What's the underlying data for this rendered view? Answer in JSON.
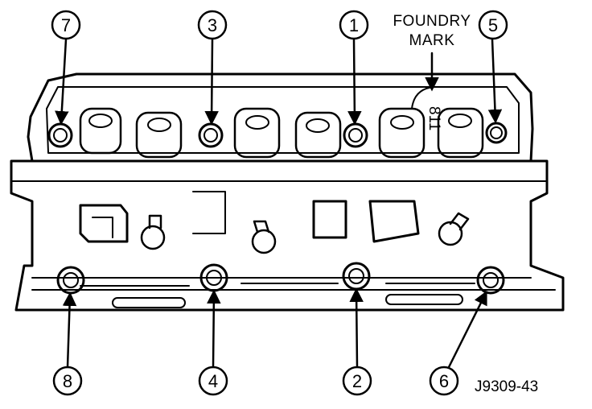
{
  "diagram": {
    "figure_id": "J9309-43",
    "foundry_label_line1": "FOUNDRY",
    "foundry_label_line2": "MARK",
    "foundry_stamp": "811",
    "callouts": [
      {
        "id": "7",
        "label": "7"
      },
      {
        "id": "3",
        "label": "3"
      },
      {
        "id": "1",
        "label": "1"
      },
      {
        "id": "5",
        "label": "5"
      },
      {
        "id": "8",
        "label": "8"
      },
      {
        "id": "4",
        "label": "4"
      },
      {
        "id": "2",
        "label": "2"
      },
      {
        "id": "6",
        "label": "6"
      }
    ]
  }
}
